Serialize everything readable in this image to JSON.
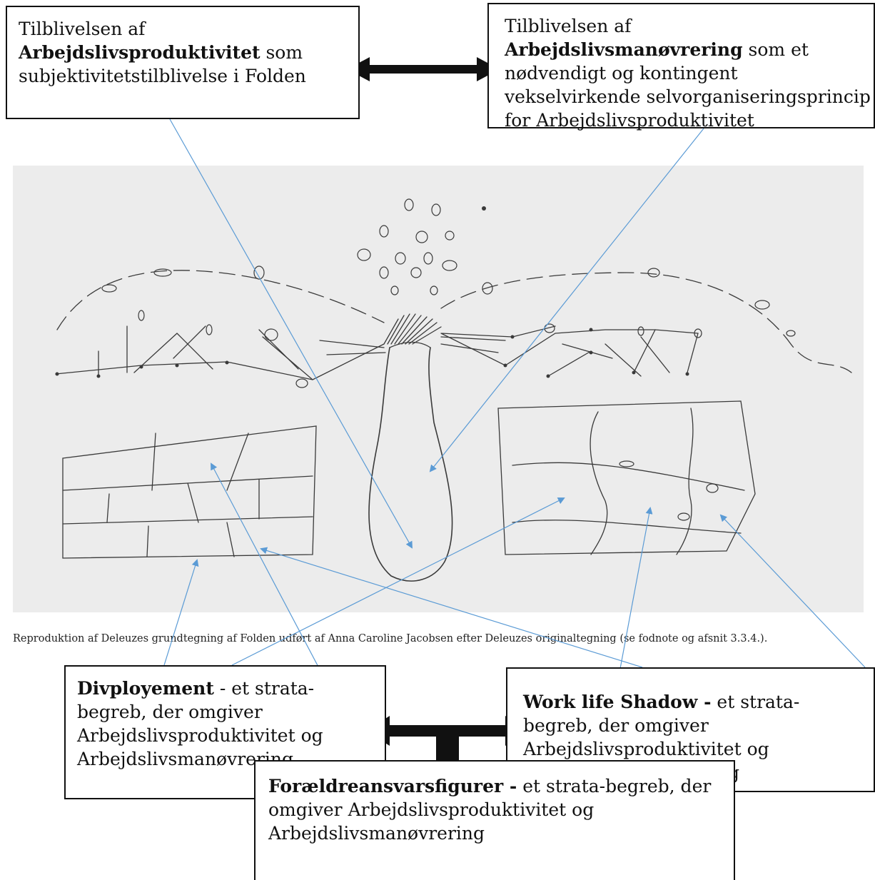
{
  "top_left": {
    "line1": "Tilblivelsen af",
    "bold": "Arbejdslivsproduktivitet",
    "rest": " som subjektivitetstilblivelse i Folden"
  },
  "top_right": {
    "lead": "Tilblivelsen af ",
    "bold": "Arbejdslivsmanøvrering",
    "rest": " som et nødvendigt og kontingent vekselvirkende selvorganiseringsprincip for Arbejdslivsproduktivitet"
  },
  "bottom_left": {
    "bold": "Divployement",
    "rest": " - et strata-begreb, der omgiver Arbejdslivsproduktivitet og Arbejdslivsmanøvrering"
  },
  "bottom_right": {
    "bold": "Work life Shadow -",
    "rest": " et strata-begreb, der omgiver Arbejdslivsproduktivitet og Arbejdslivsmanøvrering"
  },
  "bottom_center": {
    "bold": "Forældreansvarsfigurer -",
    "rest": " et strata-begreb, der omgiver Arbejdslivsproduktivitet og Arbejdslivsmanøvrering"
  },
  "caption": "Reproduktion af Deleuzes grundtegning af Folden udført af Anna Caroline Jacobsen efter Deleuzes originaltegning (se fodnote og afsnit 3.3.4.).",
  "colors": {
    "connector": "#5b9bd5",
    "arrow": "#111111",
    "pencil": "#3a3a3a",
    "paper": "#ececec"
  }
}
